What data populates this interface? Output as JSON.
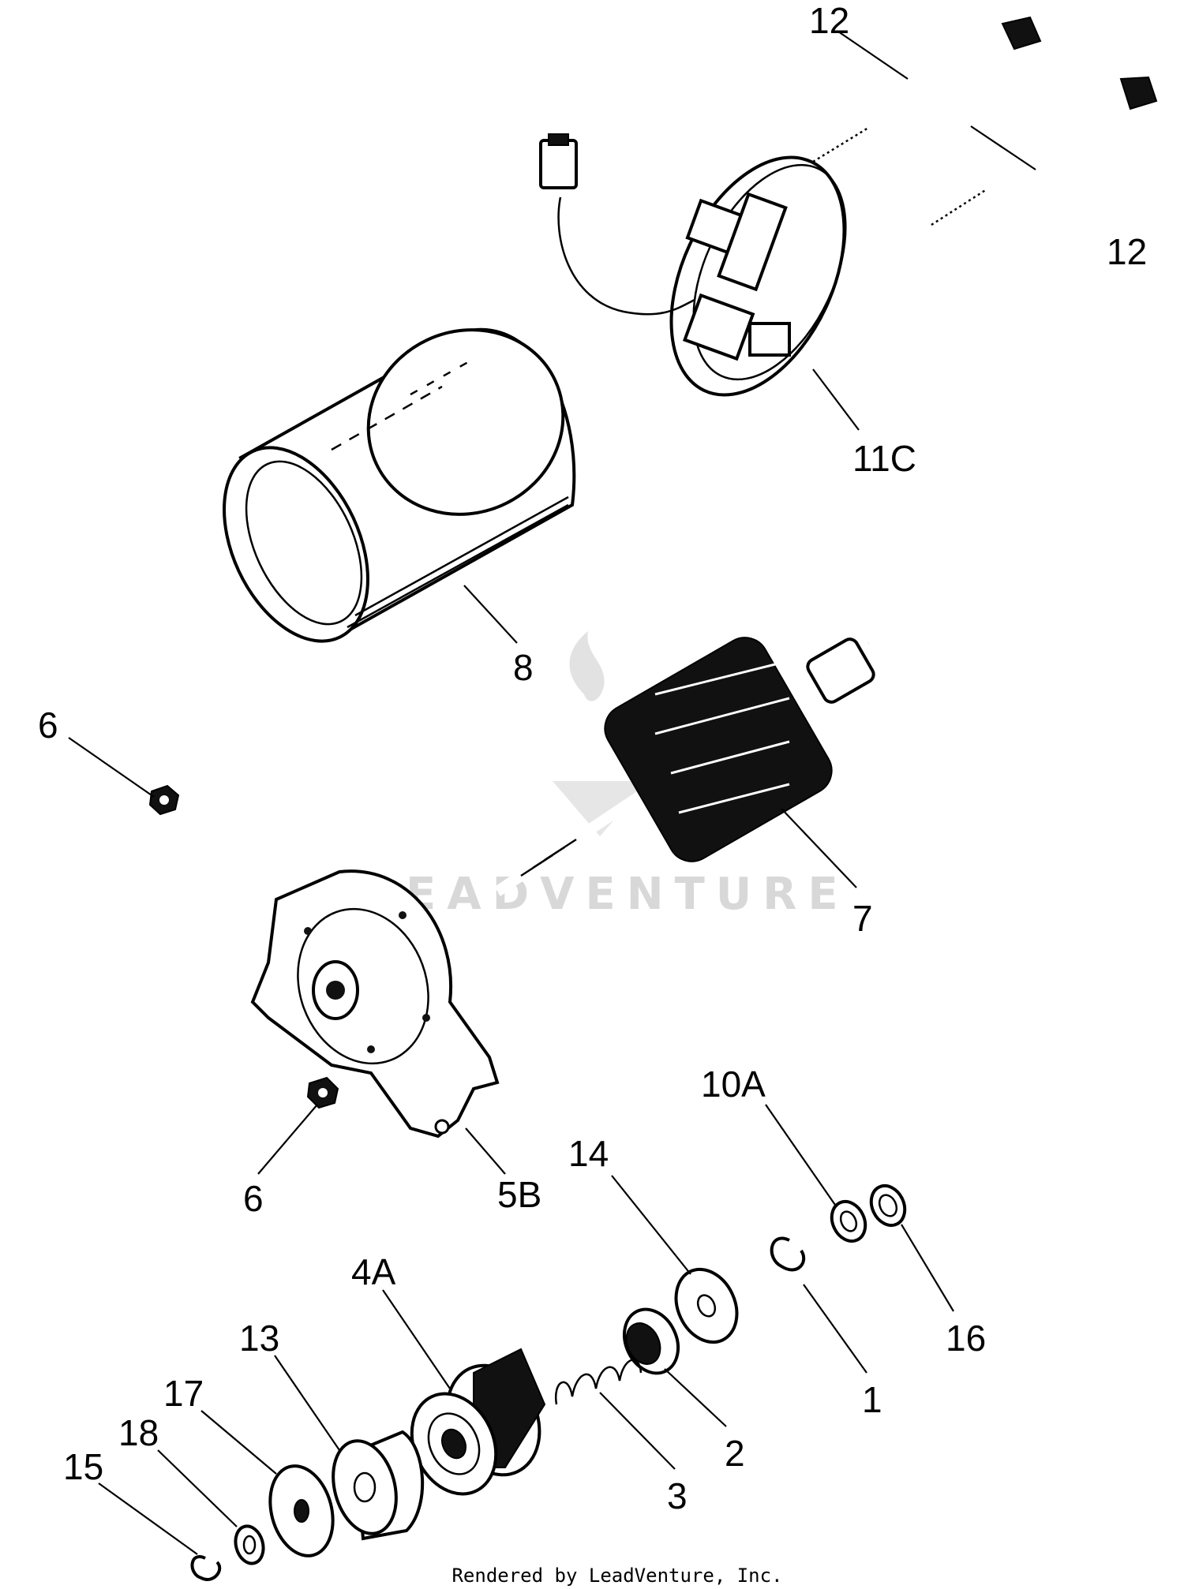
{
  "callouts": {
    "c12a": "12",
    "c12b": "12",
    "c11C": "11C",
    "c8": "8",
    "c6a": "6",
    "c7": "7",
    "c6b": "6",
    "c5B": "5B",
    "c10A": "10A",
    "c14": "14",
    "c4A": "4A",
    "c16": "16",
    "c1": "1",
    "c13": "13",
    "c17": "17",
    "c18": "18",
    "c15": "15",
    "c2": "2",
    "c3": "3"
  },
  "watermark": "LEADVENTURE",
  "credit": "Rendered by LeadVenture, Inc."
}
